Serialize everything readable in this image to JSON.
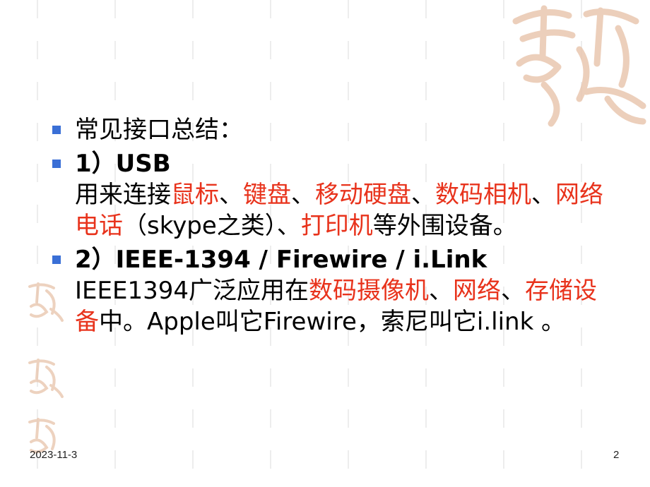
{
  "slide": {
    "heading": "常见接口总结：",
    "usb": {
      "title": "1）USB",
      "line1_pre": "用来连接",
      "line1_red1": "鼠标",
      "line1_sep1": "、",
      "line1_red2": "键盘",
      "line1_sep2": "、",
      "line1_red3": "移动硬盘",
      "line1_sep3": "、",
      "line1_red4": "数码相机",
      "line1_sep4": "、",
      "line1_red5": "网络电话",
      "line1_mid": "（skype之类）、",
      "line1_red6": "打印机",
      "line1_post": "等外围设备。"
    },
    "firewire": {
      "title": "2）IEEE-1394 / Firewire / i.Link",
      "pre": "IEEE1394广泛应用在",
      "red1": "数码摄像机",
      "sep1": "、",
      "red2": "网络",
      "sep2": "、",
      "red3": "存储设备",
      "post": "中。Apple叫它Firewire，索尼叫它i.link 。"
    }
  },
  "footer": {
    "date": "2023-11-3",
    "page": "2"
  },
  "colors": {
    "accent_red": "#e8331c",
    "bullet_blue": "#3a6fd6",
    "seal_tan": "#e9c7b0"
  }
}
